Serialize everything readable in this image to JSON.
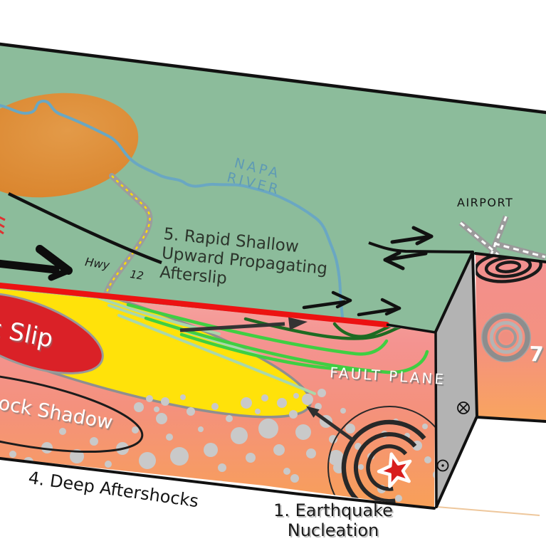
{
  "diagram_title": "Earthquake fault block diagram",
  "labels": {
    "napa_river_line1": "NAPA",
    "napa_river_line2": "RIVER",
    "airport": "AIRPORT",
    "hwy": "Hwy",
    "hwy_number": "12",
    "afterslip_line1": "5. Rapid Shallow",
    "afterslip_line2": "Upward Propagating",
    "afterslip_line3": "Afterslip",
    "fault_plane": "FAULT PLANE",
    "coseismic_slip_partial": "c Slip",
    "aftershock_shadow_partial": "hock Shadow",
    "deep_aftershocks": "4. Deep Aftershocks",
    "nucleation_line1": "1. Earthquake",
    "nucleation_line2": "Nucleation",
    "depth_marker": "7"
  },
  "colors": {
    "surface_green": "#8cbc9b",
    "river_blue": "#6aa7c2",
    "river_label_blue": "#5e9ab5",
    "urban_orange": "#dd8a2e",
    "road_gray": "#9c9c9c",
    "road_dash_yellow": "#ffe000",
    "rupture_red": "#ec1212",
    "afterslip_yellow": "#ffe20a",
    "coseismic_red": "#da2127",
    "fault_plane_gray": "#b3b3b3",
    "face_pink_top": "#f6a5a2",
    "face_orange_bottom": "#f8a058",
    "bubble_gray": "#c9c9c9",
    "contour_pale_green": "#a9d7ab",
    "contour_bright_green": "#3fcf42",
    "contour_dark_green": "#1e6b22",
    "edge_black": "#111111",
    "star_red": "#d81e1e"
  },
  "aftershocks": {
    "bubble_fill": "#c9c9c9",
    "bubbles": [
      [
        66,
        629,
        8
      ],
      [
        88,
        606,
        5
      ],
      [
        40,
        649,
        7
      ],
      [
        18,
        638,
        5
      ],
      [
        108,
        641,
        10
      ],
      [
        132,
        620,
        6
      ],
      [
        152,
        652,
        5
      ],
      [
        172,
        630,
        9
      ],
      [
        190,
        604,
        5
      ],
      [
        207,
        647,
        12
      ],
      [
        227,
        588,
        8
      ],
      [
        238,
        614,
        5
      ],
      [
        252,
        641,
        13
      ],
      [
        268,
        578,
        6
      ],
      [
        282,
        603,
        4
      ],
      [
        296,
        632,
        10
      ],
      [
        312,
        657,
        6
      ],
      [
        322,
        588,
        5
      ],
      [
        336,
        612,
        12
      ],
      [
        352,
        643,
        7
      ],
      [
        362,
        578,
        4
      ],
      [
        377,
        602,
        14
      ],
      [
        392,
        632,
        8
      ],
      [
        403,
        662,
        5
      ],
      [
        412,
        582,
        6
      ],
      [
        426,
        607,
        11
      ],
      [
        437,
        637,
        7
      ],
      [
        447,
        571,
        5
      ],
      [
        458,
        592,
        9
      ],
      [
        468,
        617,
        6
      ],
      [
        472,
        643,
        11
      ],
      [
        482,
        577,
        4
      ],
      [
        492,
        602,
        7
      ],
      [
        503,
        627,
        5
      ],
      [
        432,
        561,
        8
      ],
      [
        452,
        552,
        6
      ],
      [
        416,
        556,
        4
      ],
      [
        396,
        566,
        7
      ],
      [
        372,
        559,
        5
      ],
      [
        346,
        566,
        8
      ],
      [
        302,
        571,
        5
      ],
      [
        232,
        564,
        6
      ],
      [
        257,
        558,
        4
      ],
      [
        586,
        626,
        7
      ],
      [
        601,
        646,
        5
      ],
      [
        572,
        612,
        4
      ],
      [
        614,
        667,
        6
      ],
      [
        597,
        599,
        4
      ],
      [
        476,
        657,
        8
      ],
      [
        507,
        656,
        4
      ],
      [
        521,
        641,
        5
      ],
      [
        536,
        687,
        6
      ],
      [
        560,
        700,
        5
      ],
      [
        414,
        672,
        6
      ],
      [
        310,
        680,
        5
      ],
      [
        210,
        560,
        5
      ],
      [
        195,
        572,
        7
      ],
      [
        220,
        575,
        4
      ],
      [
        540,
        610,
        5
      ],
      [
        556,
        592,
        4
      ]
    ]
  }
}
